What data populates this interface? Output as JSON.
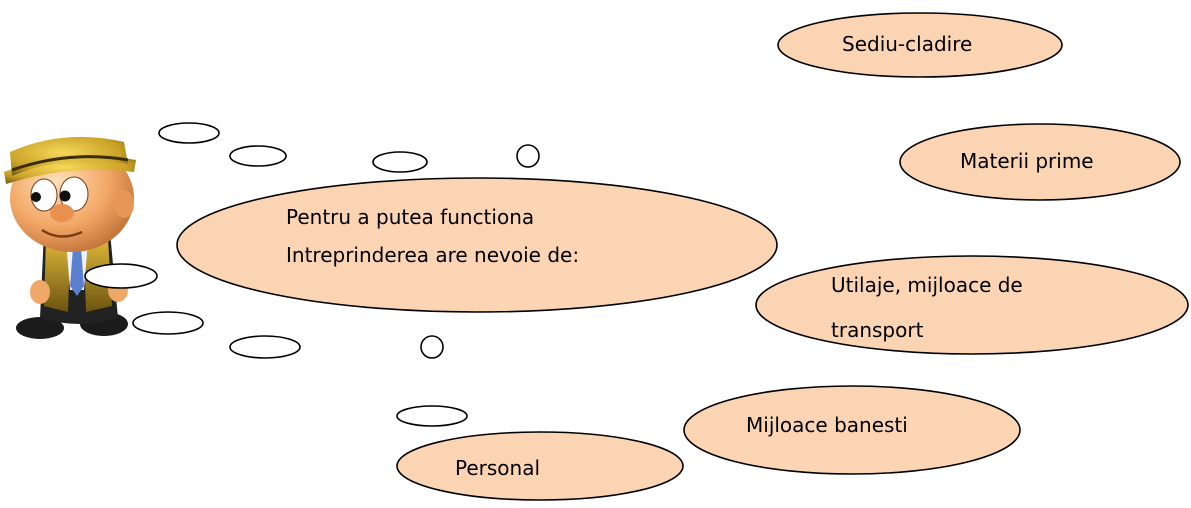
{
  "colors": {
    "bubble_fill": "#fbd4b4",
    "outline": "#000000",
    "background": "#ffffff"
  },
  "character": {
    "icon": "cartoon-man-with-straw-hat"
  },
  "main_bubble": {
    "line1": "Pentru a putea functiona",
    "line2": "Intreprinderea are nevoie de:"
  },
  "needs": [
    {
      "label": "Sediu-cladire"
    },
    {
      "label": "Materii prime"
    },
    {
      "label_line1": "Utilaje, mijloace de",
      "label_line2": "transport"
    },
    {
      "label": "Mijloace banesti"
    },
    {
      "label": "Personal"
    }
  ]
}
